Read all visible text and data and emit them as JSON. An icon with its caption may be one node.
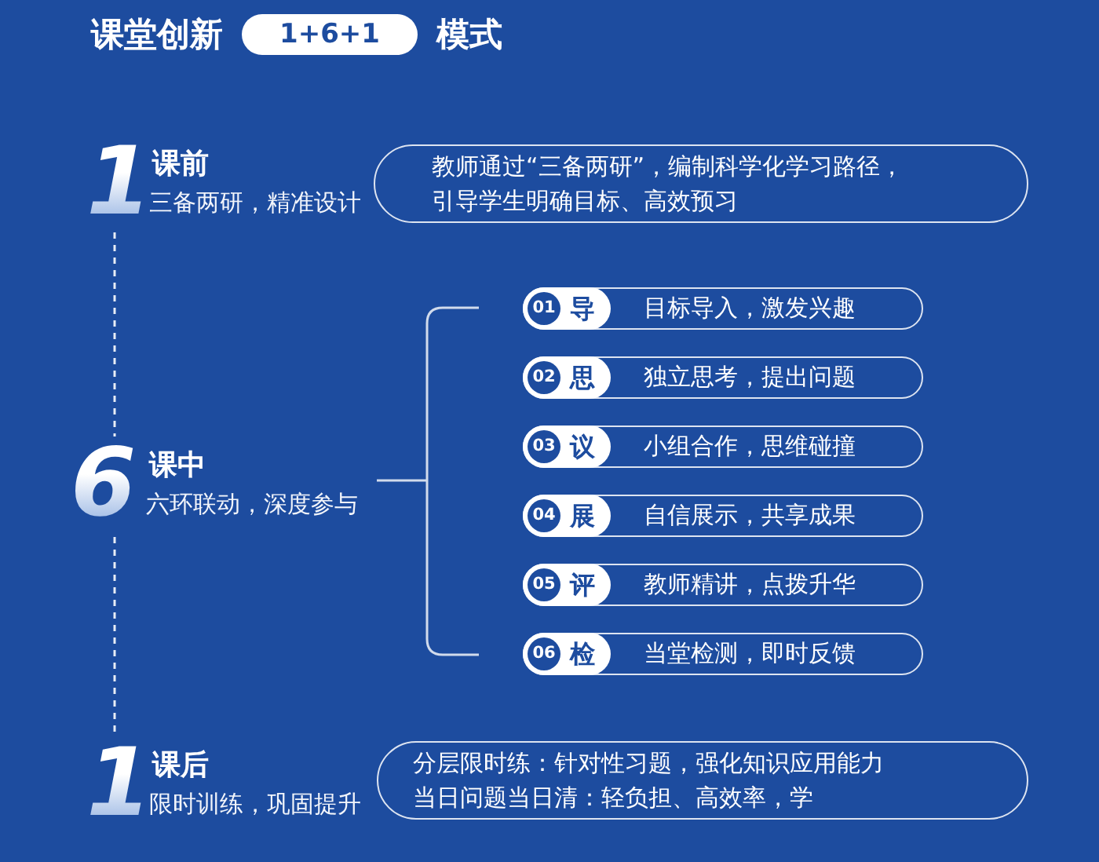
{
  "diagram": {
    "title": "课堂创新 1+6+1 模式",
    "nodes": [
      {
        "text": [
          "1",
          "课前",
          "三备两研，精准设计"
        ]
      },
      {
        "text": [
          "教师通过“三备两研”，编制科学化学习路径，引导学生明确目标、高效预习"
        ]
      },
      {
        "text": [
          "6",
          "课中",
          "六环联动，深度参与"
        ]
      },
      {
        "text": [
          "01",
          "导",
          "目标导入，激发兴趣"
        ]
      },
      {
        "text": [
          "02",
          "思",
          "独立思考，提出问题"
        ]
      },
      {
        "text": [
          "03",
          "议",
          "小组合作，思维碰撞"
        ]
      },
      {
        "text": [
          "04",
          "展",
          "自信展示，共享成果"
        ]
      },
      {
        "text": [
          "05",
          "评",
          "教师精讲，点拨升华"
        ]
      },
      {
        "text": [
          "06",
          "检",
          "当堂检测，即时反馈"
        ]
      },
      {
        "text": [
          "1",
          "课后",
          "限时训练，巩固提升"
        ]
      },
      {
        "text": [
          "分层限时练：针对性习题，强化知识应用能力",
          "当日问题当日清：轻负担、高效率，学"
        ]
      }
    ],
    "edges": [
      {
        "from": 0,
        "to": 2,
        "arrow": "none",
        "style": "dashed"
      },
      {
        "from": 2,
        "to": 9,
        "arrow": "none",
        "style": "dashed"
      }
    ]
  }
}
